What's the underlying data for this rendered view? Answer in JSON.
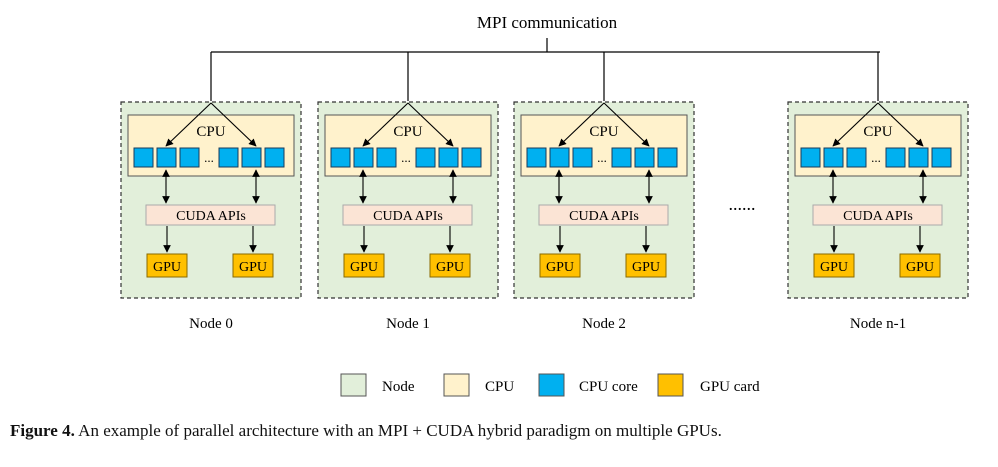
{
  "header": {
    "title": "MPI communication"
  },
  "labels": {
    "cpu": "CPU",
    "cuda": "CUDA APIs",
    "gpu": "GPU",
    "core_ellipsis": "...",
    "node_ellipsis": "......"
  },
  "nodes": [
    {
      "label": "Node 0"
    },
    {
      "label": "Node 1"
    },
    {
      "label": "Node 2"
    },
    {
      "label": "Node n-1"
    }
  ],
  "legend": [
    {
      "label": "Node",
      "color": "#e2efda"
    },
    {
      "label": "CPU",
      "color": "#fff2cc"
    },
    {
      "label": "CPU core",
      "color": "#00b0f0"
    },
    {
      "label": "GPU card",
      "color": "#ffc000"
    }
  ],
  "caption": {
    "prefix": "Figure 4.",
    "text": " An example of parallel architecture with an MPI + CUDA hybrid paradigm on multiple GPUs."
  },
  "colors": {
    "node_fill": "#e2efda",
    "cpu_fill": "#fff2cc",
    "core_fill": "#00b0f0",
    "gpu_fill": "#ffc000",
    "cuda_fill": "#fbe4d5"
  }
}
